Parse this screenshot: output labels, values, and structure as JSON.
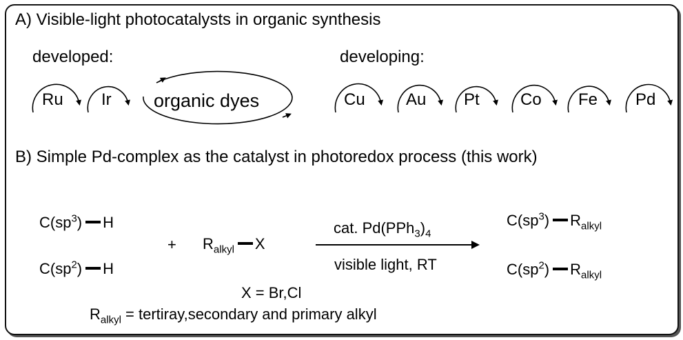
{
  "section_a": {
    "title": "A) Visible-light photocatalysts in organic synthesis",
    "developed_label": "developed:",
    "developing_label": "developing:",
    "developed": [
      "Ru",
      "Ir",
      "organic dyes"
    ],
    "developing": [
      "Cu",
      "Au",
      "Pt",
      "Co",
      "Fe",
      "Pd"
    ]
  },
  "section_b": {
    "title": "B) Simple Pd-complex as the catalyst in photoredox process (this work)",
    "sp3_prefix": "C(sp",
    "sp3_sup": "3",
    "sp3_close": ")",
    "h": "H",
    "sp2_prefix": "C(sp",
    "sp2_sup": "2",
    "sp2_close": ")",
    "plus": "+",
    "r": "R",
    "r_sub": "alkyl",
    "x": "X",
    "cat_prefix": "cat. Pd(PPh",
    "cat_sub": "3",
    "cat_close": ")",
    "cat_sub2": "4",
    "conditions": "visible light, RT",
    "x_def": "X = Br,Cl",
    "r_def_text": " = tertiray,secondary and primary alkyl"
  }
}
